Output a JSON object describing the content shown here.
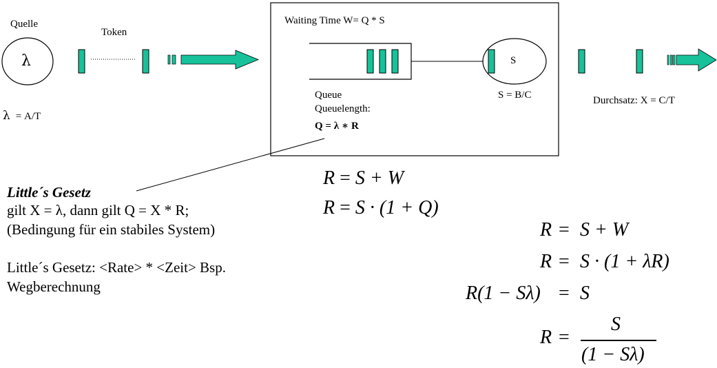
{
  "colors": {
    "token": "#17c29a",
    "stroke": "#000000",
    "arrow": "#17c29a"
  },
  "source": {
    "label": "Quelle",
    "symbol": "λ",
    "rate": "= A/T"
  },
  "token_label": "Token",
  "system": {
    "waiting_time": "Waiting Time W= Q * S",
    "server_symbol": "S",
    "server_formula": "S = B/C",
    "queue_label": "Queue",
    "queuelength_label": "Queuelength:",
    "queue_formula": "Q = λ ∗ R"
  },
  "throughput": "Durchsatz:   X = C/T",
  "little": {
    "title": "Little´s Gesetz",
    "line1": "gilt X = λ, dann gilt Q = X * R;",
    "line2": "(Bedingung für ein stabiles System)",
    "line3": "Little´s Gesetz:  <Rate> * <Zeit>    Bsp.",
    "line4": "Wegberechnung"
  },
  "equations_center": {
    "eq1": {
      "lhs": "R",
      "rhs": "S + W"
    },
    "eq2": {
      "lhs": "R",
      "rhs": "S · (1 + Q)"
    }
  },
  "equations_right": {
    "eq1": {
      "lhs": "R",
      "rhs": "S + W"
    },
    "eq2": {
      "lhs": "R",
      "rhs": "S · (1 + λR)"
    },
    "eq3": {
      "lhs": "R(1 − Sλ)",
      "rhs": "S"
    },
    "eq4": {
      "lhs": "R",
      "num": "S",
      "den": "(1 − Sλ)"
    },
    "eq_sign": "="
  }
}
